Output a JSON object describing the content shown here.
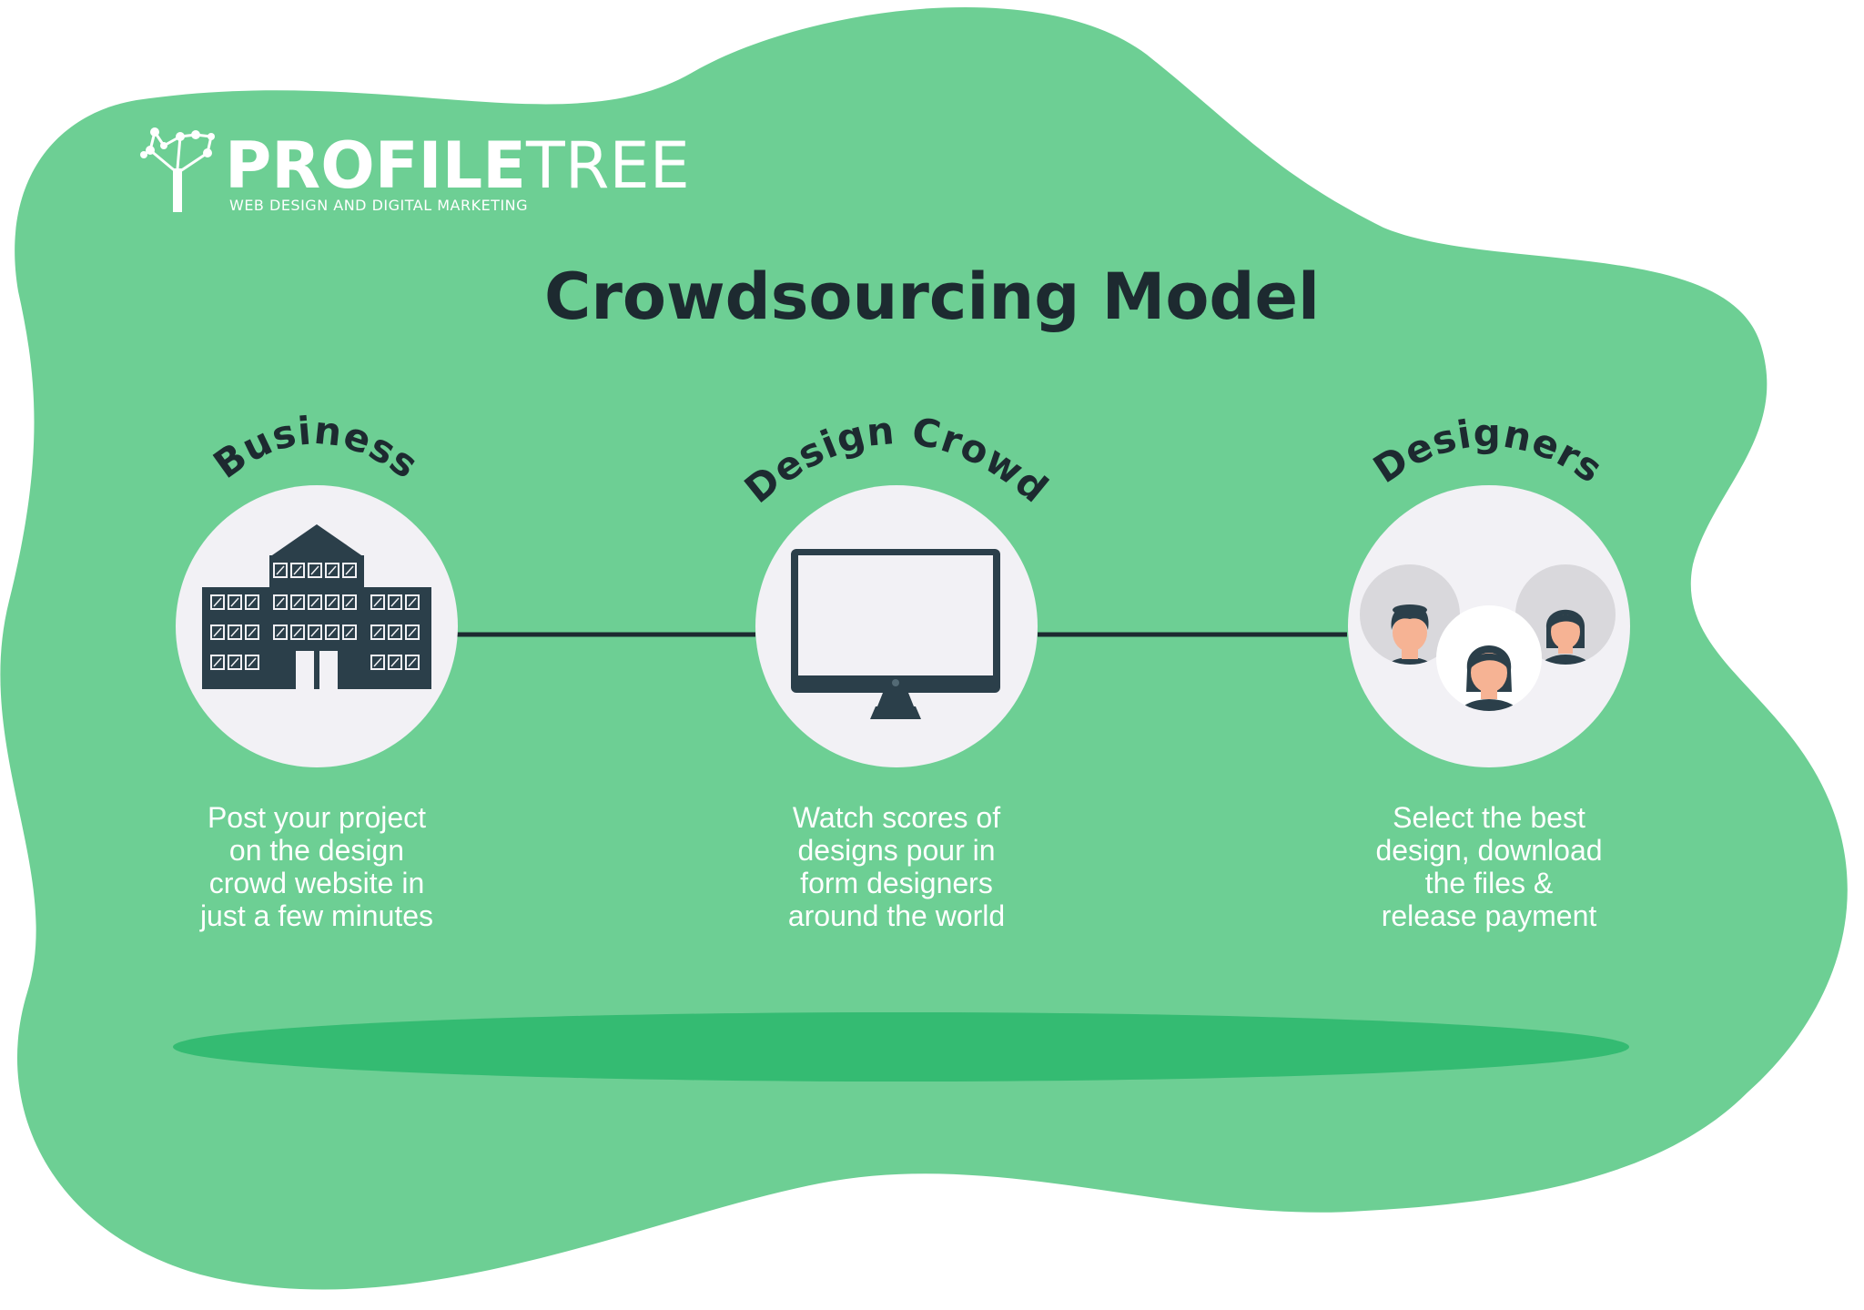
{
  "logo": {
    "brand_bold": "PROFILE",
    "brand_thin": "TREE",
    "tagline": "WEB DESIGN AND DIGITAL MARKETING"
  },
  "title": "Crowdsourcing Model",
  "stages": [
    {
      "label": "Business",
      "icon": "building-icon",
      "description": [
        "Post your project",
        "on the design",
        "crowd website in",
        "just a few minutes"
      ]
    },
    {
      "label": "Design Crowd",
      "icon": "monitor-icon",
      "description": [
        "Watch scores of",
        "designs pour in",
        "form designers",
        "around the world"
      ]
    },
    {
      "label": "Designers",
      "icon": "people-icon",
      "description": [
        "Select the best",
        "design, download",
        "the files &",
        "release payment"
      ]
    }
  ],
  "colors": {
    "blob": "#6dcf94",
    "shadow": "#34bb72",
    "circle": "#f2f1f5",
    "dark": "#2b3f4a",
    "skin": "#f6b394",
    "text_dark": "#1d2a30"
  }
}
